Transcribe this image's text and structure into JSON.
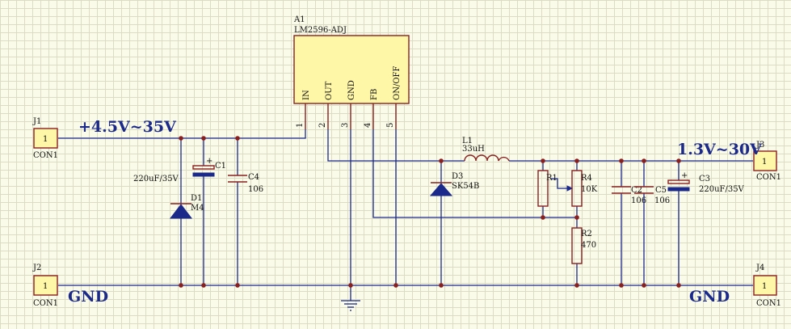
{
  "ic": {
    "designator": "A1",
    "part": "LM2596-ADJ",
    "pins": [
      {
        "name": "IN",
        "number": "1"
      },
      {
        "name": "OUT",
        "number": "2"
      },
      {
        "name": "GND",
        "number": "3"
      },
      {
        "name": "FB",
        "number": "4"
      },
      {
        "name": "ON/OFF",
        "number": "5"
      }
    ]
  },
  "connectors": {
    "j1": {
      "ref": "J1",
      "pin": "1",
      "type": "CON1"
    },
    "j2": {
      "ref": "J2",
      "pin": "1",
      "type": "CON1"
    },
    "j3": {
      "ref": "J3",
      "pin": "1",
      "type": "CON1"
    },
    "j4": {
      "ref": "J4",
      "pin": "1",
      "type": "CON1"
    }
  },
  "nets": {
    "input": "+4.5V~35V",
    "output": "1.3V~30V",
    "gnd_left": "GND",
    "gnd_right": "GND"
  },
  "components": {
    "c1": {
      "ref": "C1",
      "value": "220uF/35V"
    },
    "c4": {
      "ref": "C4",
      "value": "106"
    },
    "d1": {
      "ref": "D1",
      "value": "M4"
    },
    "l1": {
      "ref": "L1",
      "value": "33uH"
    },
    "d3": {
      "ref": "D3",
      "value": "SK54B"
    },
    "r1": {
      "ref": "R1"
    },
    "r4": {
      "ref": "R4",
      "value": "10K"
    },
    "r2": {
      "ref": "R2",
      "value": "470"
    },
    "c2": {
      "ref": "C2",
      "value": "106"
    },
    "c5": {
      "ref": "C5",
      "value": "106"
    },
    "c3": {
      "ref": "C3",
      "value": "220uF/35V"
    }
  }
}
